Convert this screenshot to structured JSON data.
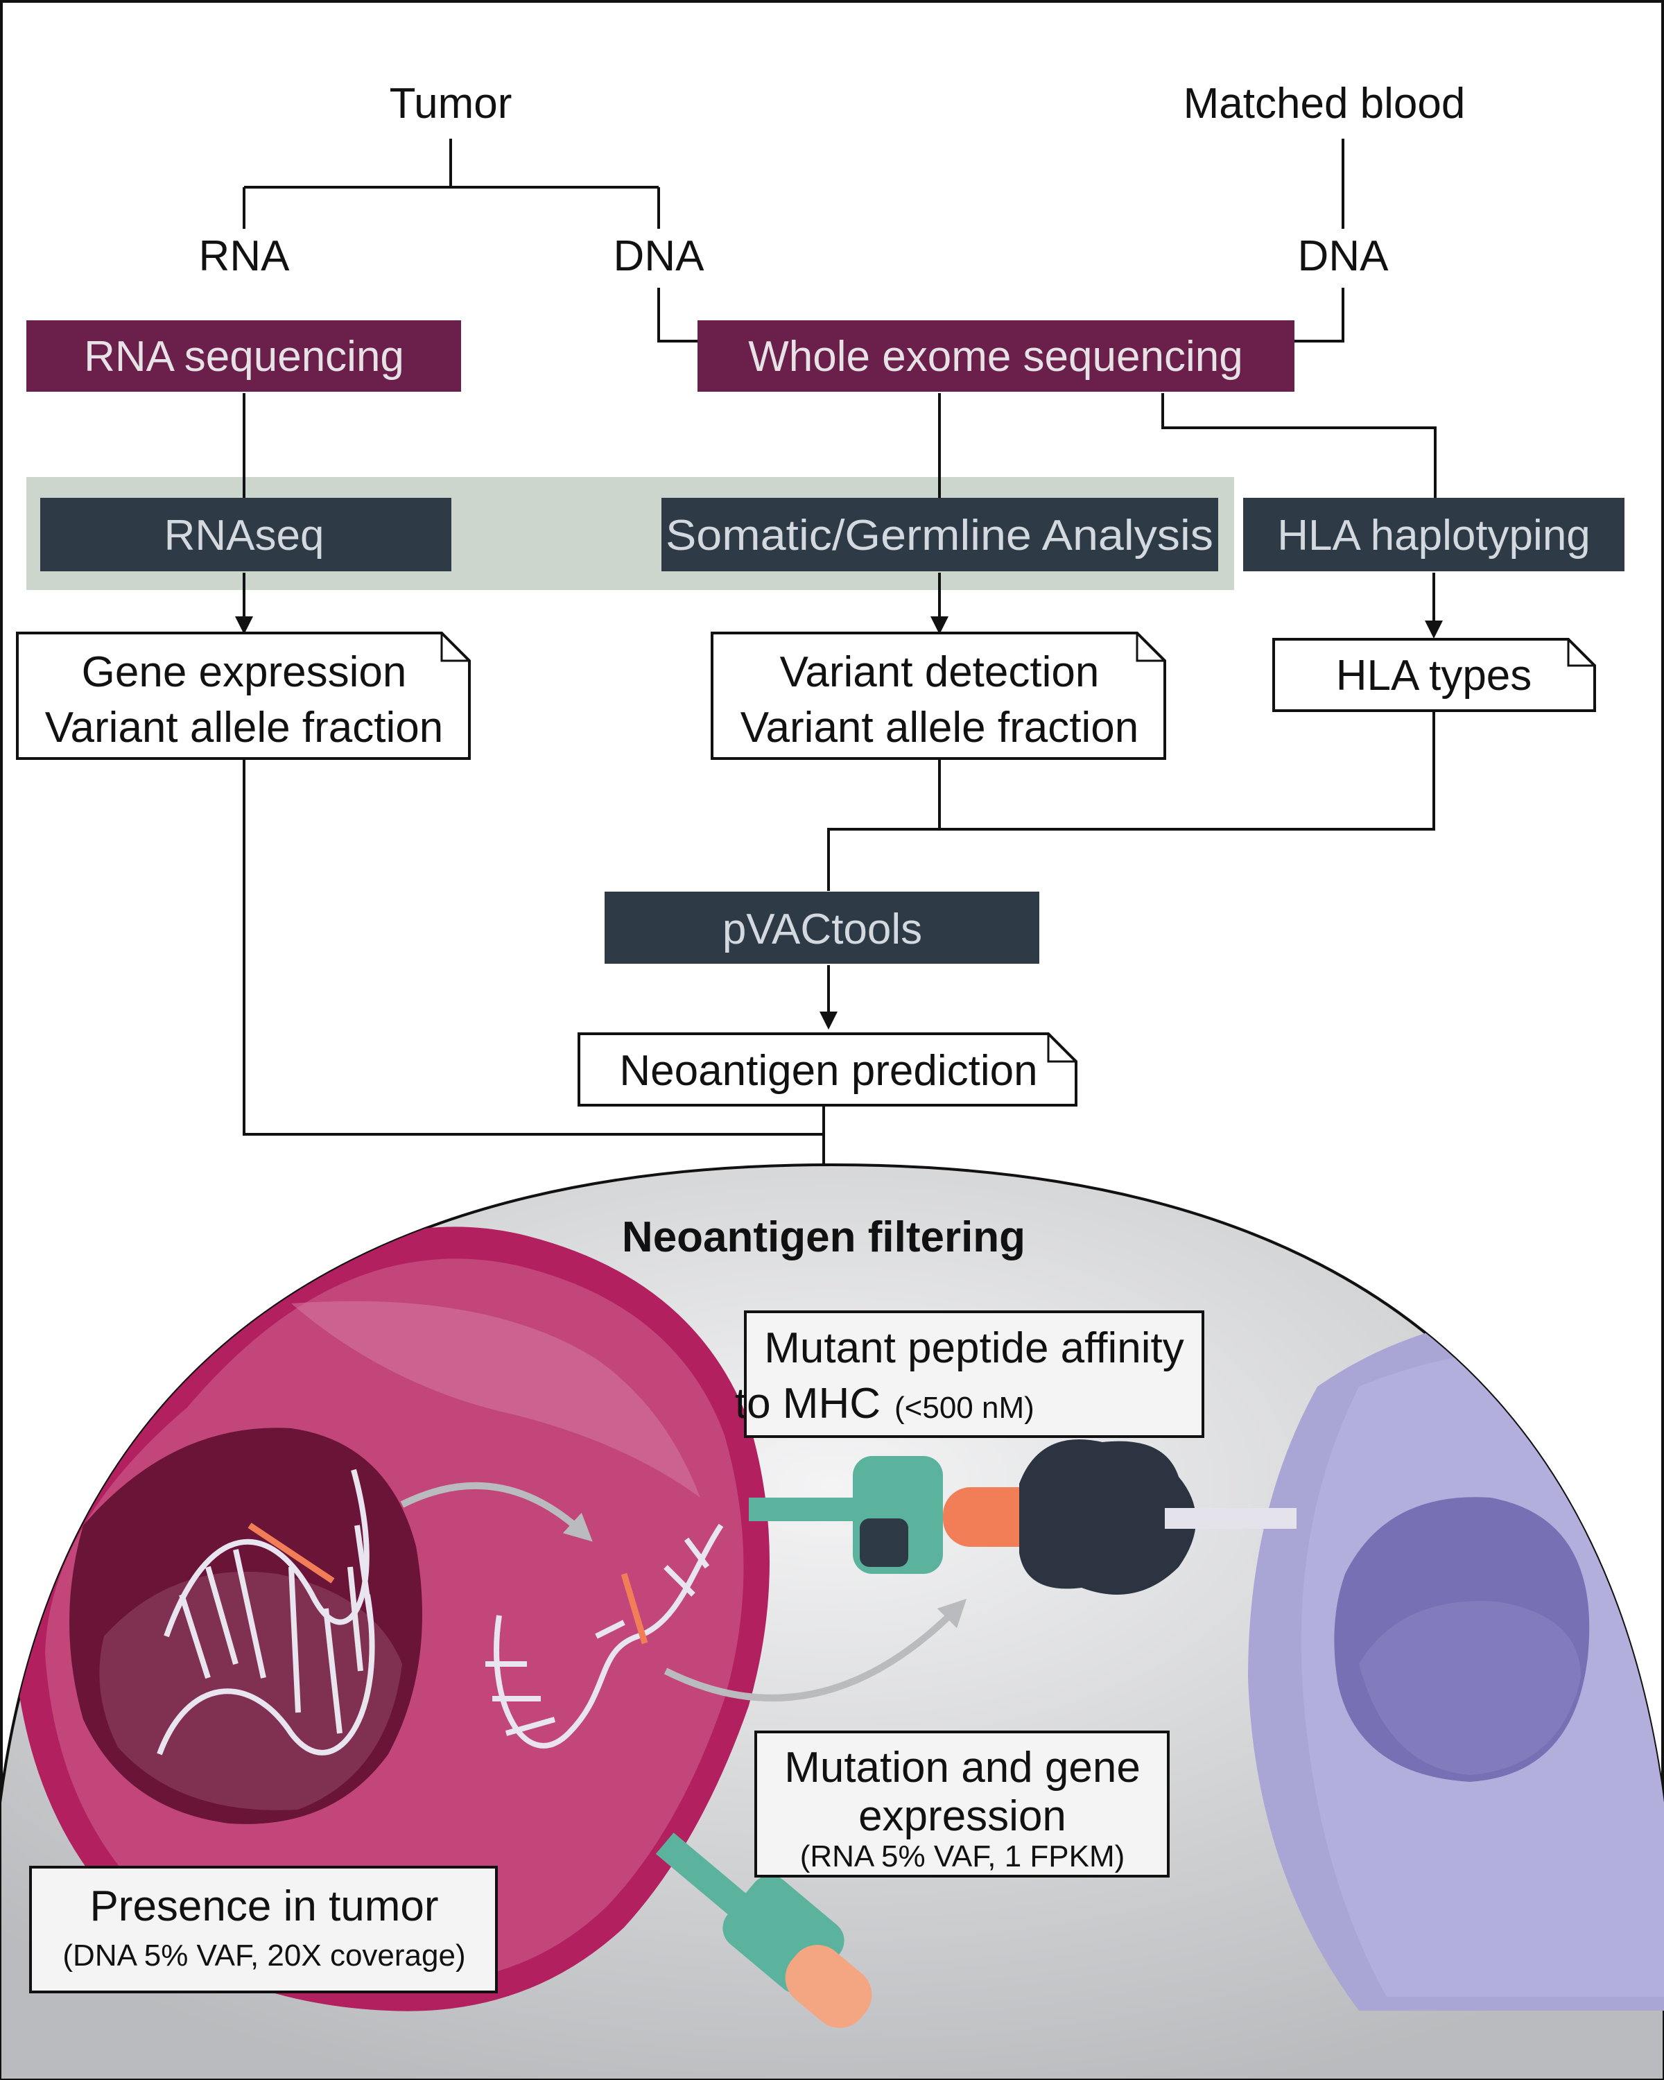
{
  "sources": {
    "tumor": "Tumor",
    "matched_blood": "Matched blood"
  },
  "branches": {
    "tumor_rna": "RNA",
    "tumor_dna": "DNA",
    "blood_dna": "DNA"
  },
  "sequencing": {
    "rna": "RNA sequencing",
    "wes": "Whole exome sequencing"
  },
  "analysis": {
    "rnaseq": "RNAseq",
    "somatic": "Somatic/Germline Analysis",
    "hla": "HLA haplotyping"
  },
  "outputs": {
    "gene_expression_line1": "Gene expression",
    "gene_expression_line2": "Variant allele fraction",
    "variant_line1": "Variant detection",
    "variant_line2": "Variant allele fraction",
    "hla_types": "HLA types"
  },
  "tool": "pVACtools",
  "prediction": "Neoantigen prediction",
  "filtering": {
    "title": "Neoantigen filtering",
    "affinity_line1": "Mutant peptide affinity",
    "affinity_line2": "to MHC",
    "affinity_note": "(<500 nM)",
    "expression_line1": "Mutation and gene",
    "expression_line2": "expression",
    "expression_note": "(RNA 5% VAF, 1 FPKM)",
    "presence_line1": "Presence in tumor",
    "presence_note": "(DNA 5% VAF, 20X coverage)"
  },
  "colors": {
    "sequencing_box": "#6b1f4b",
    "analysis_box": "#2e3a46",
    "analysis_band": "#cdd6cc",
    "tumor_cell": "#c2467a",
    "tumor_membrane": "#b3205f",
    "tcell": "#a9a6d6",
    "mhc": "#5bb39e",
    "peptide": "#f17e57",
    "tcr": "#2b3440",
    "filter_bg": "#c6c7c9"
  }
}
